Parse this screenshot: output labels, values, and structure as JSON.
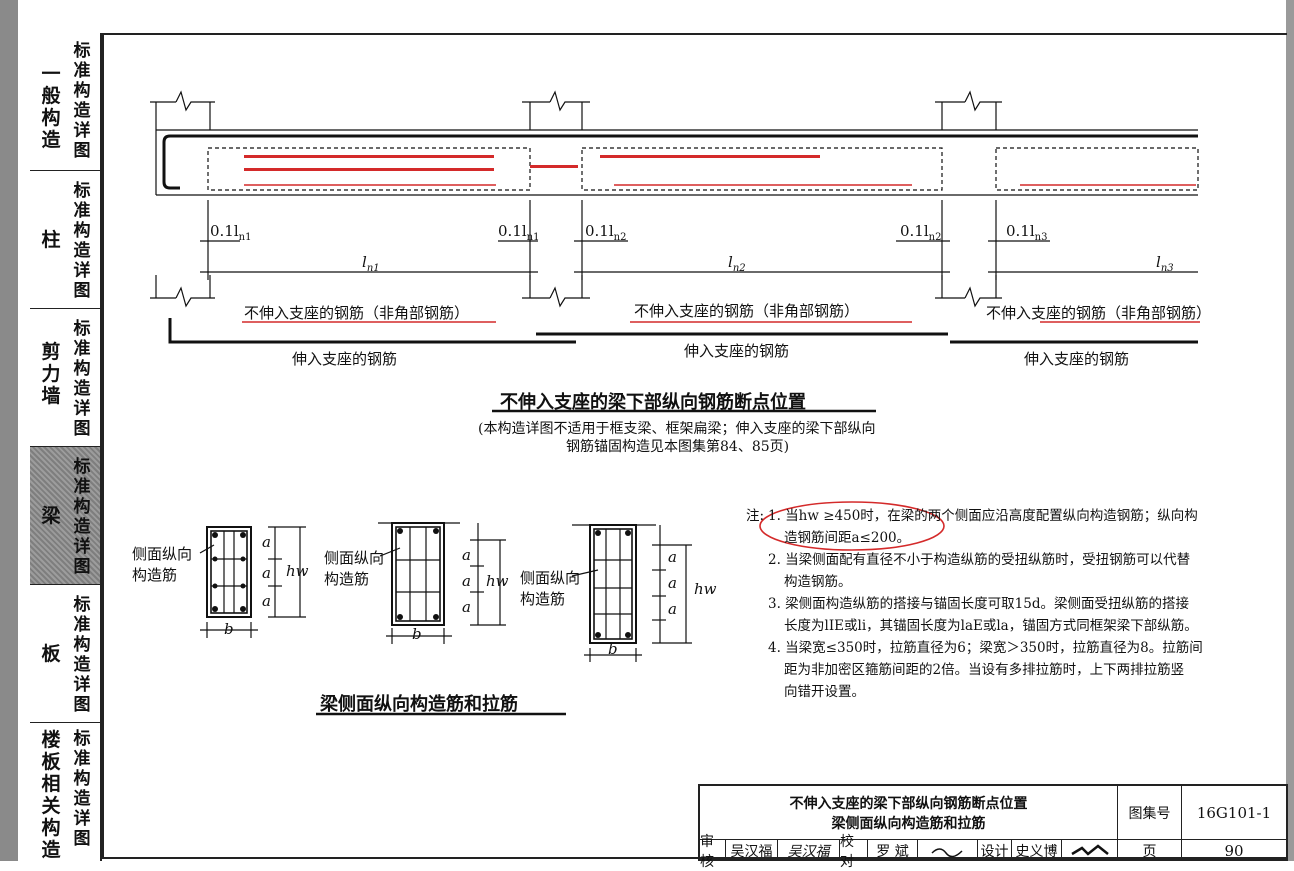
{
  "sidebar": {
    "tabs": [
      {
        "small": "一般构造",
        "vert": "标\n准\n构\n造\n详\n图",
        "active": false
      },
      {
        "small": "柱",
        "vert": "标\n准\n构\n造\n详\n图",
        "active": false
      },
      {
        "small": "剪力墙",
        "vert": "标\n准\n构\n造\n详\n图",
        "active": false
      },
      {
        "small": "梁",
        "vert": "标\n准\n构\n造\n详\n图",
        "active": true
      },
      {
        "small": "板",
        "vert": "标\n准\n构\n造\n详\n图",
        "active": false
      },
      {
        "small": "楼板相关构造",
        "vert": "标\n准\n构\n造\n详\n图",
        "active": false
      }
    ]
  },
  "top_diagram": {
    "dims": [
      "0.1l",
      "0.1l",
      "0.1l",
      "0.1l",
      "0.1l"
    ],
    "dim_subs": [
      "n1",
      "n1",
      "n2",
      "n2",
      "n3"
    ],
    "spans": [
      "l",
      "l",
      "l"
    ],
    "span_subs": [
      "n1",
      "n2",
      "n3"
    ],
    "non_anchored": [
      "不伸入支座的钢筋（非角部钢筋）",
      "不伸入支座的钢筋（非角部钢筋）",
      "不伸入支座的钢筋（非角部钢筋）"
    ],
    "anchored": [
      "伸入支座的钢筋",
      "伸入支座的钢筋",
      "伸入支座的钢筋"
    ],
    "title": "不伸入支座的梁下部纵向钢筋断点位置",
    "caption_line1": "(本构造详图不适用于框支梁、框架扁梁；伸入支座的梁下部纵向",
    "caption_line2": "钢筋锚固构造见本图集第84、85页)"
  },
  "sections": {
    "side_label_1": "侧面纵向",
    "side_label_2": "构造筋",
    "a": "a",
    "hw": "hw",
    "b": "b",
    "title": "梁侧面纵向构造筋和拉筋"
  },
  "notes": {
    "prefix": "注:",
    "items": [
      "1. 当hw ≥450时，在梁的两个侧面应沿高度配置纵向构造钢筋；纵向构",
      "造钢筋间距a≤200。",
      "2. 当梁侧面配有直径不小于构造纵筋的受扭纵筋时，受扭钢筋可以代替",
      "构造钢筋。",
      "3. 梁侧面构造纵筋的搭接与锚固长度可取15d。梁侧面受扭纵筋的搭接",
      "长度为lIE或li，其锚固长度为laE或la，锚固方式同框架梁下部纵筋。",
      "4. 当梁宽≤350时，拉筋直径为6；梁宽＞350时，拉筋直径为8。拉筋间",
      "距为非加密区箍筋间距的2倍。当设有多排拉筋时，上下两排拉筋竖",
      "向错开设置。"
    ]
  },
  "title_block": {
    "title_line1": "不伸入支座的梁下部纵向钢筋断点位置",
    "title_line2": "梁侧面纵向构造筋和拉筋",
    "atlas_label": "图集号",
    "atlas_no": "16G101-1",
    "page_label": "页",
    "page_no": "90",
    "review_label": "审核",
    "reviewer": "吴汉福",
    "check_label": "校对",
    "checker": "罗 斌",
    "design_label": "设计",
    "designer": "史义博"
  },
  "colors": {
    "ink": "#111111",
    "red": "#d42a2a",
    "grey": "#8a8a8a"
  }
}
